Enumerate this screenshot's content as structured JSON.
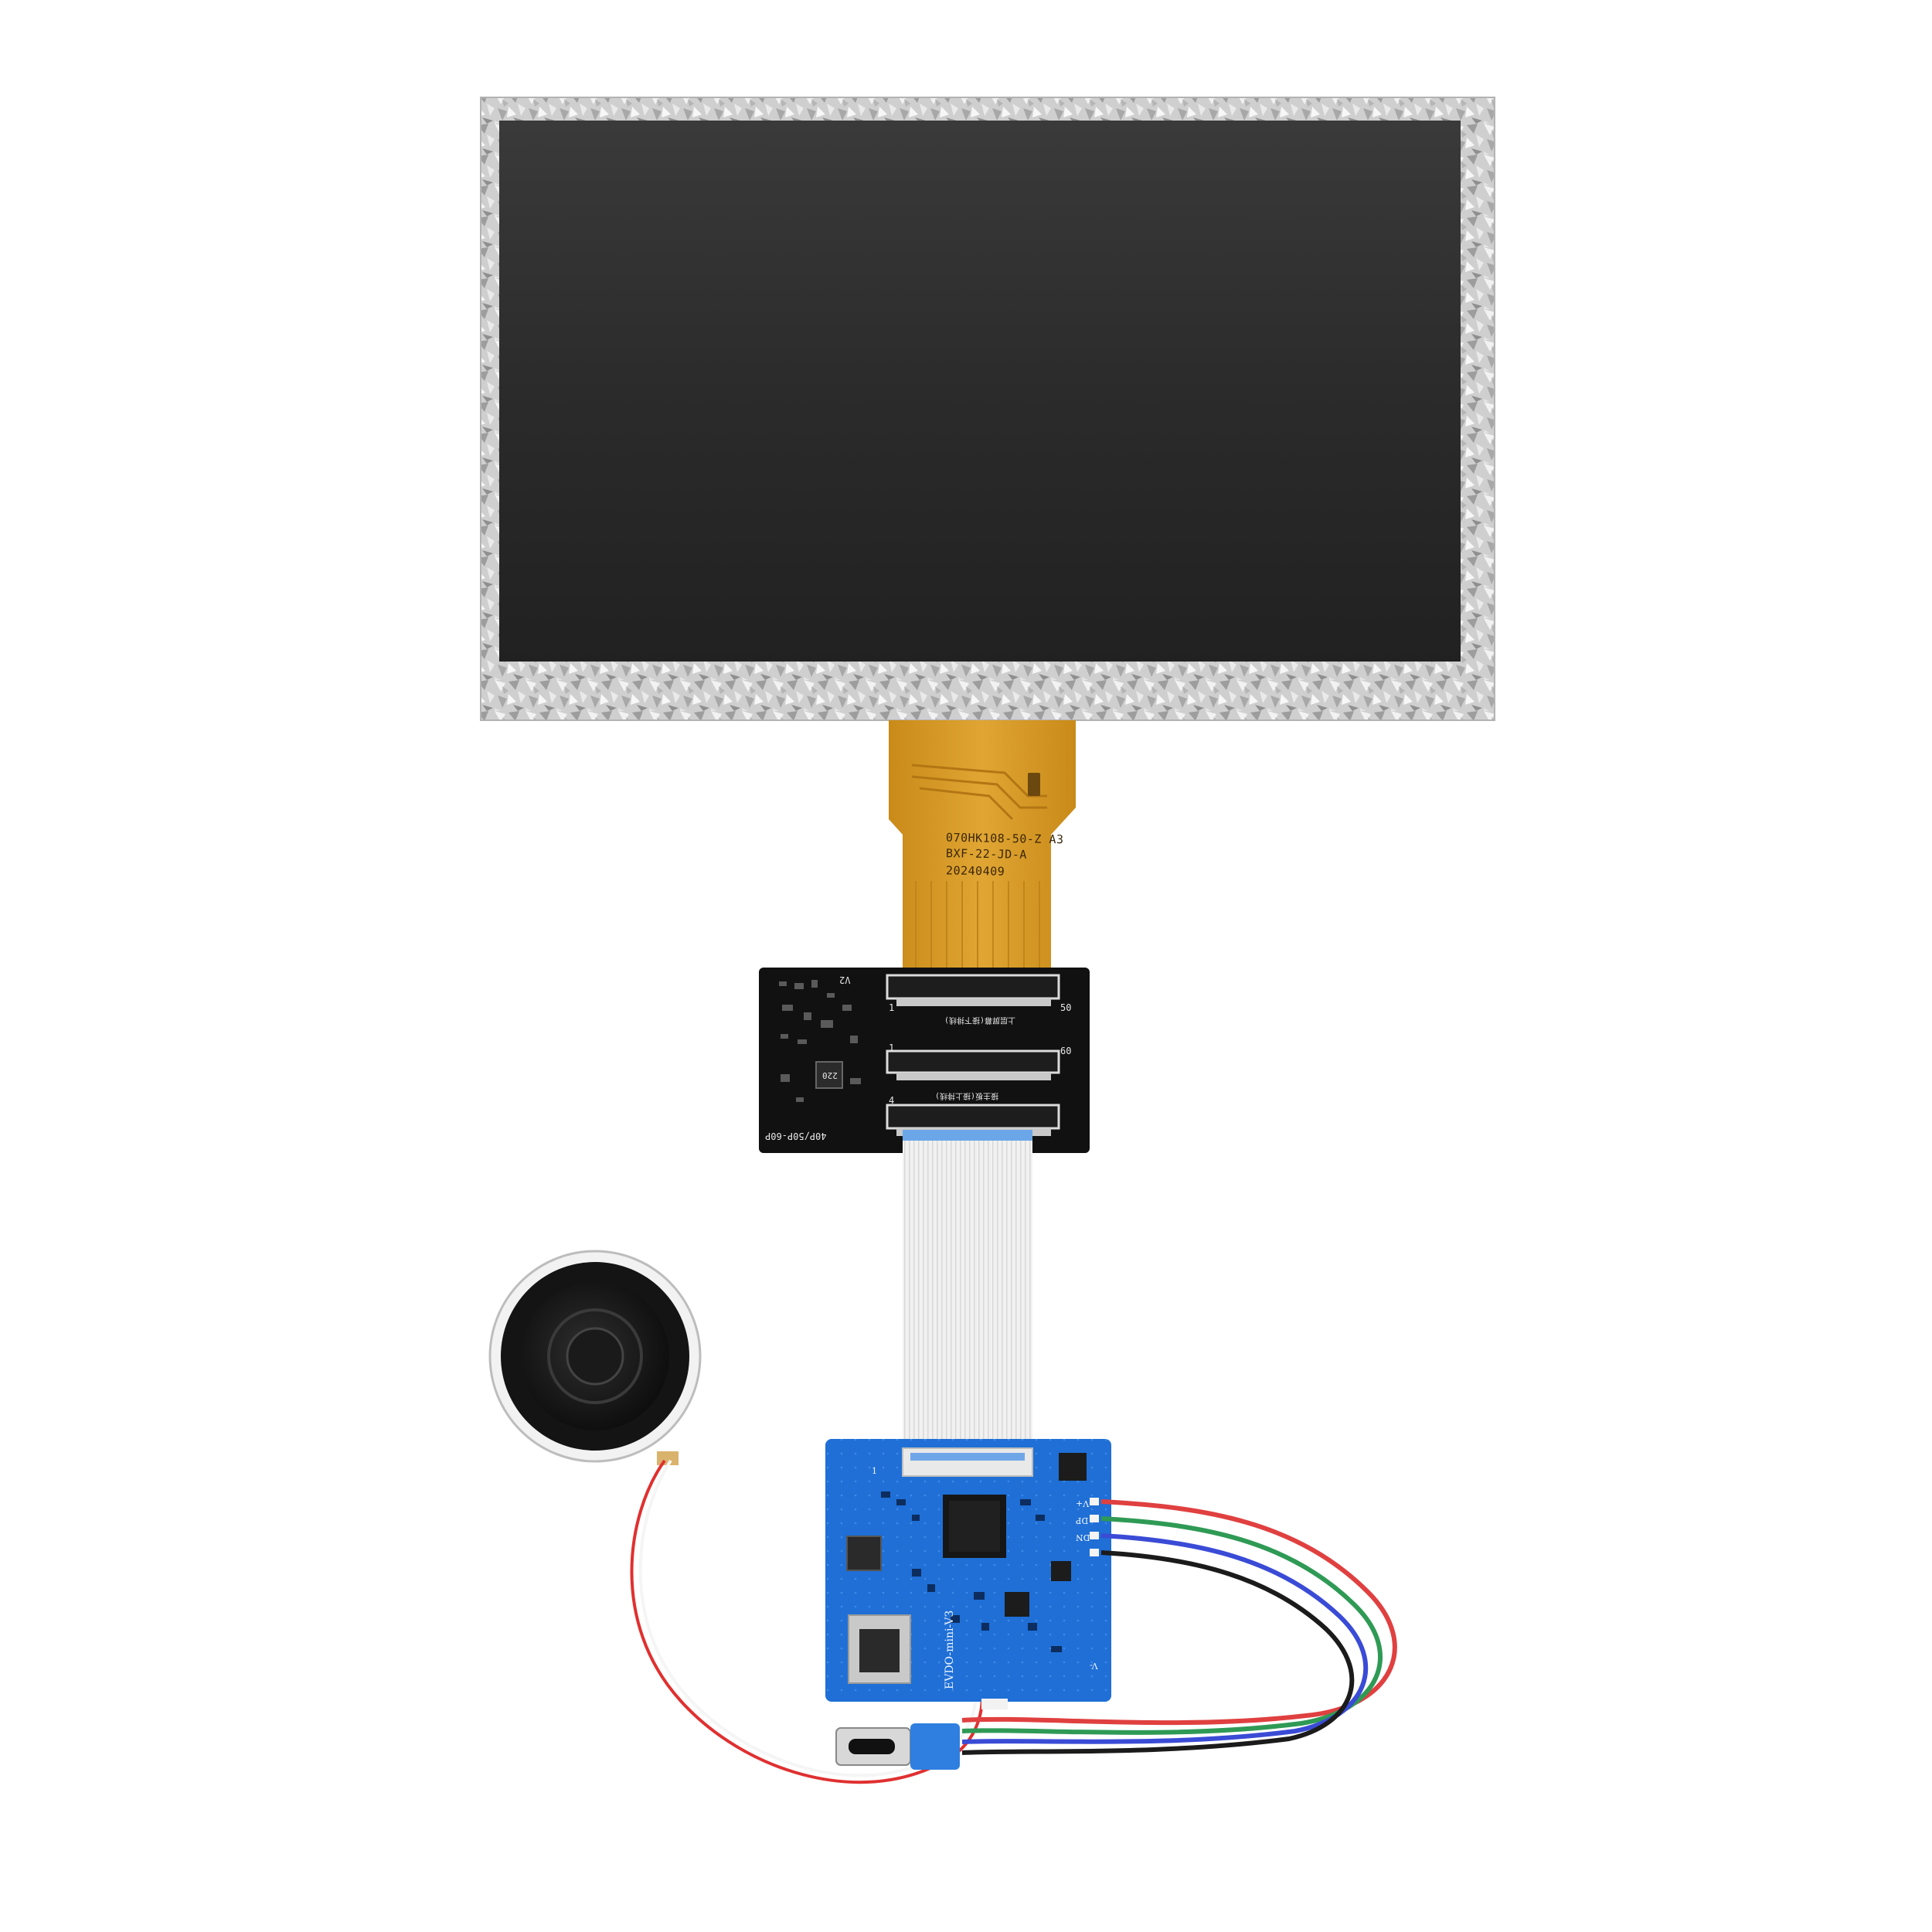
{
  "lcd": {
    "fpc_line1": "070HK108-50-Z A3",
    "fpc_line2": "BXF-22-JD-A",
    "fpc_line3": "20240409"
  },
  "adapter_board": {
    "label": "40P/50P-60P",
    "inductor_code": "220",
    "version": "V2",
    "pin_50": "50",
    "pin_60": "60",
    "pin_1a": "1",
    "pin_1b": "1",
    "pin_4": "4",
    "connector_note_1": "上层屏幕(接下排线)",
    "connector_note_2": "接主板(接上排线)"
  },
  "driver_board": {
    "model": "EVDO-mini-V3",
    "pin_vplus": "V+",
    "pin_dp": "DP",
    "pin_dn": "DN",
    "pin_vminus": "V-",
    "pin_1": "1"
  },
  "colors": {
    "bezel": "#c9c9c9",
    "screen": "#2c2c2c",
    "fpc": "#d79a22",
    "adapter_pcb": "#111111",
    "driver_pcb": "#1f6fd6",
    "ribbon": "#eeeeee"
  }
}
